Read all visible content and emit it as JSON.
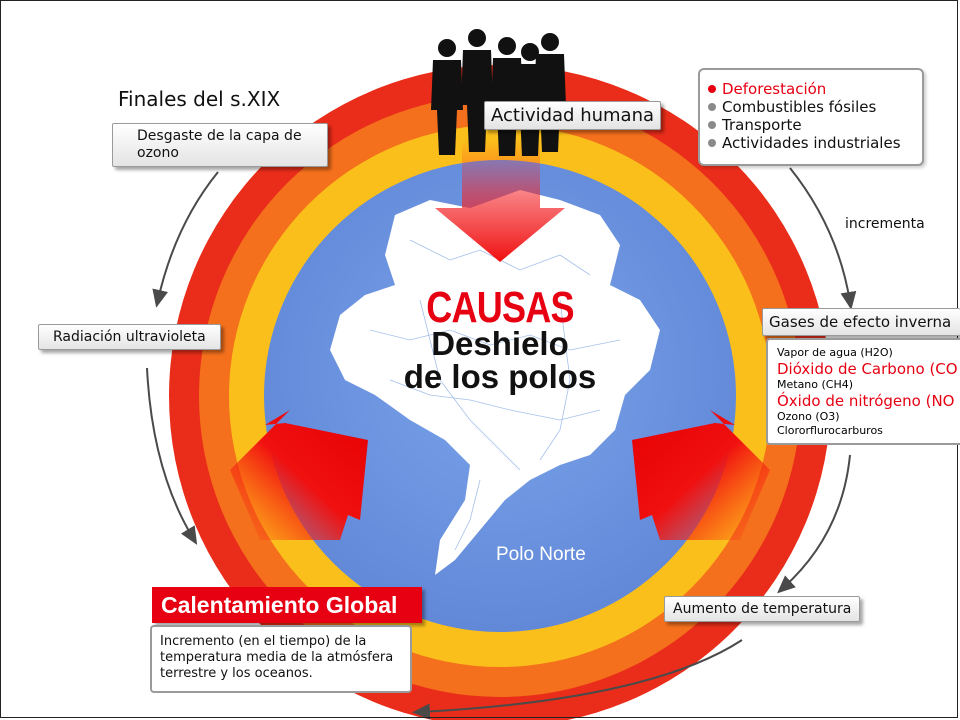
{
  "era_label": "Finales del s.XIX",
  "human_activity": {
    "label": "Actividad humana",
    "items": [
      {
        "text": "Deforestación",
        "highlight": true
      },
      {
        "text": "Combustibles fósiles",
        "highlight": false
      },
      {
        "text": "Transporte",
        "highlight": false
      },
      {
        "text": "Actividades industriales",
        "highlight": false
      }
    ]
  },
  "incrementa_label": "incrementa",
  "greenhouse": {
    "title": "Gases de efecto inverna",
    "gases": [
      {
        "text": "Vapor de agua (H2O)",
        "highlight": false
      },
      {
        "text": "Dióxido de Carbono (CO",
        "highlight": true
      },
      {
        "text": "Metano (CH4)",
        "highlight": false
      },
      {
        "text": "Óxido de nitrógeno (NO",
        "highlight": true
      },
      {
        "text": "Ozono (O3)",
        "highlight": false
      },
      {
        "text": "Clororflurocarburos",
        "highlight": false
      }
    ]
  },
  "ozone_label": "Desgaste de la capa de ozono",
  "uv_label": "Radiación ultravioleta",
  "temp_label": "Aumento de temperatura",
  "center": {
    "title": "CAUSAS",
    "subtitle_line1": "Deshielo",
    "subtitle_line2": "de los polos",
    "map_label": "Polo Norte"
  },
  "global_warming": {
    "title": "Calentamiento Global",
    "description": "Incremento (en el tiempo) de la temperatura media de la atmósfera terrestre y los oceanos."
  },
  "colors": {
    "accent_red": "#e60012",
    "ring_red": "#ea2d1a",
    "ring_orange": "#f4701c",
    "ring_yellow": "#fbbf1b",
    "inner_blue": "#6a92dc"
  }
}
